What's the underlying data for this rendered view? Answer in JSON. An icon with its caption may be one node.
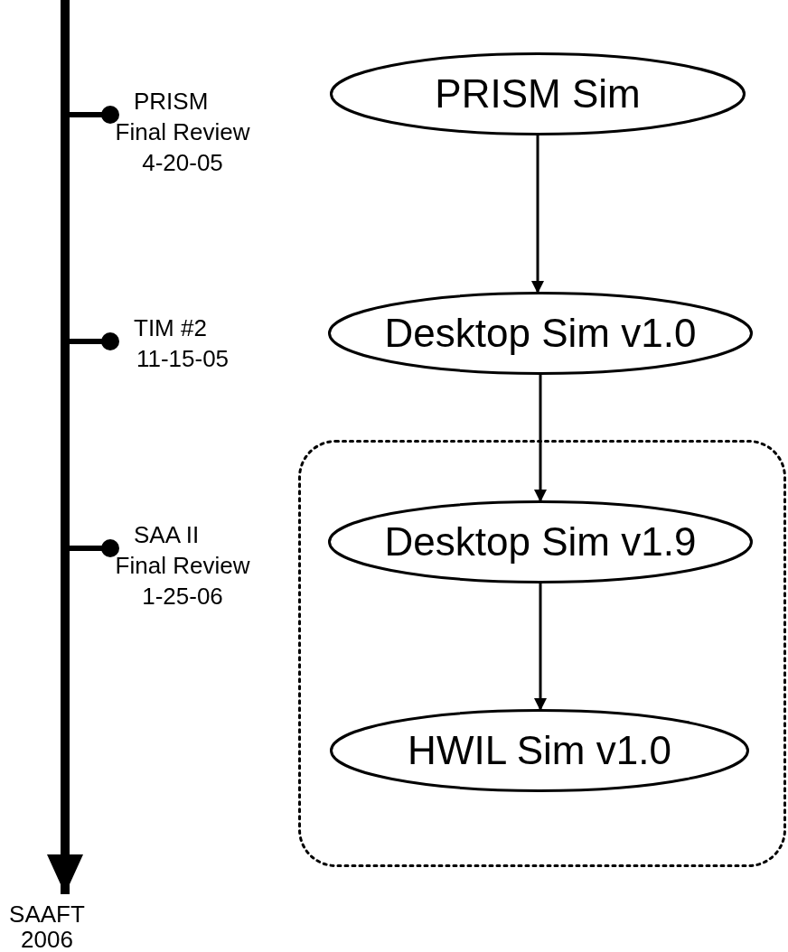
{
  "diagram": {
    "nodes": [
      {
        "text": [],
        "shape": "box"
      },
      {
        "text": [
          "PRISM Sim"
        ]
      },
      {
        "text": [
          "Desktop Sim v1.0"
        ]
      },
      {
        "text": [
          "Desktop Sim v1.9"
        ],
        "in": 0
      },
      {
        "text": [
          "HWIL Sim v1.0"
        ],
        "in": 0
      },
      {
        "text": [
          "SAAFT 2006"
        ]
      }
    ],
    "edges": [
      {
        "from": 1,
        "to": 2,
        "arrow": "to"
      },
      {
        "from": 2,
        "to": 3,
        "arrow": "to"
      },
      {
        "from": 3,
        "to": 4,
        "arrow": "to"
      },
      {
        "from": null,
        "to": 5,
        "arrow": "to",
        "style": "thick"
      }
    ],
    "labels": [
      "PRISM",
      "Final Review",
      "4-20-05",
      "TIM #2",
      "11-15-05",
      "SAA II",
      "Final Review",
      "1-25-06"
    ]
  }
}
